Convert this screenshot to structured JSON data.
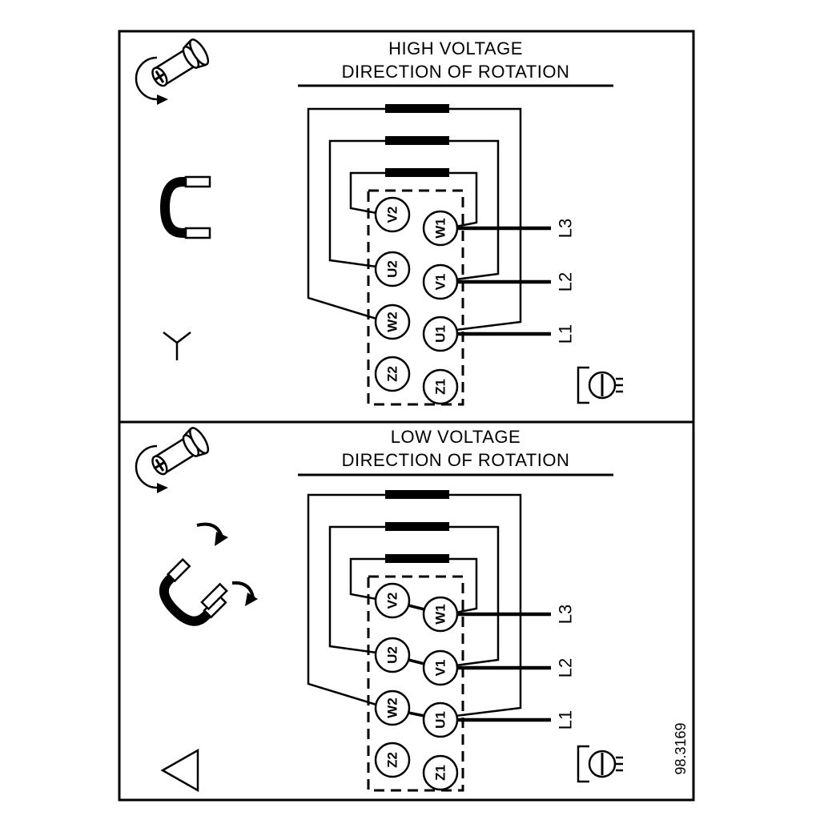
{
  "figure": {
    "reference_number": "98.3169",
    "colors": {
      "line": "#000000",
      "background": "#ffffff"
    },
    "icons": [
      "screw-rotation-icon",
      "link-bracket-icon",
      "star-connection-icon",
      "link-reposition-icon",
      "delta-connection-icon",
      "terminal-screw-icon"
    ]
  },
  "panels": [
    {
      "id": "high-voltage",
      "title_line1": "HIGH VOLTAGE",
      "title_line2": "DIRECTION OF ROTATION",
      "connection": "star",
      "terminals": {
        "left_column": [
          "V2",
          "U2",
          "W2",
          "Z2"
        ],
        "right_column": [
          "W1",
          "V1",
          "U1",
          "Z1"
        ]
      },
      "supply_lines": [
        "L3",
        "L2",
        "L1"
      ]
    },
    {
      "id": "low-voltage",
      "title_line1": "LOW VOLTAGE",
      "title_line2": "DIRECTION OF ROTATION",
      "connection": "delta",
      "terminals": {
        "left_column": [
          "V2",
          "U2",
          "W2",
          "Z2"
        ],
        "right_column": [
          "W1",
          "V1",
          "U1",
          "Z1"
        ]
      },
      "supply_lines": [
        "L3",
        "L2",
        "L1"
      ]
    }
  ]
}
